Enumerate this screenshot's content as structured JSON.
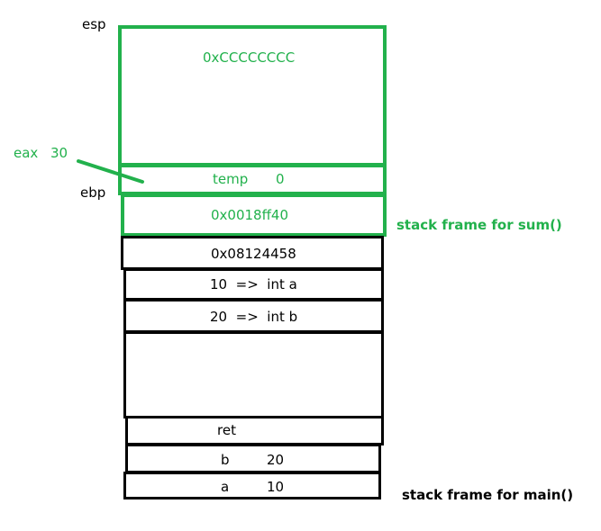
{
  "labels": {
    "esp": "esp",
    "ebp": "ebp",
    "eax_name": "eax",
    "eax_value": "30"
  },
  "sum_frame": {
    "title": "stack frame for sum()",
    "top_value": "0xCCCCCCCC",
    "temp_name": "temp",
    "temp_value": "0",
    "saved_ebp": "0x0018ff40"
  },
  "main_frame": {
    "title": "stack frame for main()",
    "cells": {
      "addr": "0x08124458",
      "int_a": "10  =>  int a",
      "int_b": "20  =>  int b",
      "ret": "ret",
      "b_name": "b",
      "b_value": "20",
      "a_name": "a",
      "a_value": "10"
    }
  },
  "colors": {
    "sum_frame": "#22b14c",
    "main_frame": "#000000"
  }
}
